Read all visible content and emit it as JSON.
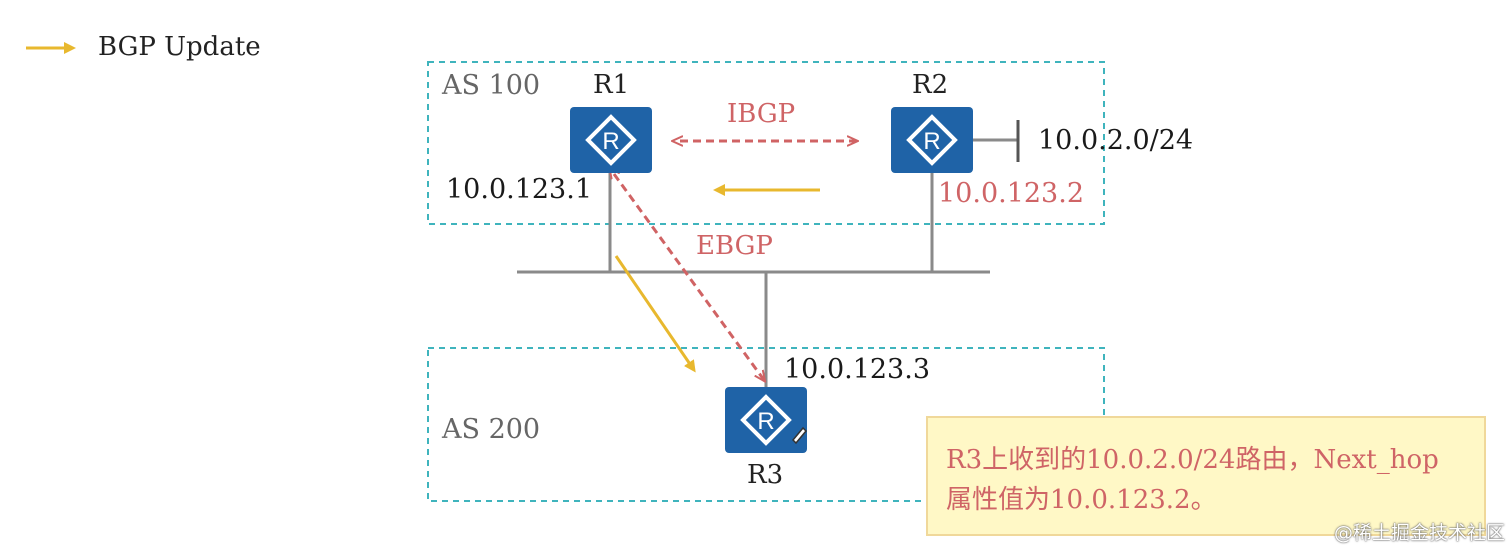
{
  "legend": {
    "label": "BGP Update",
    "color": "#e8b82e"
  },
  "autonomous_systems": {
    "as100": "AS 100",
    "as200": "AS 200"
  },
  "routers": {
    "r1": {
      "name": "R1",
      "ip": "10.0.123.1",
      "glyph": "R"
    },
    "r2": {
      "name": "R2",
      "ip": "10.0.123.2",
      "glyph": "R"
    },
    "r3": {
      "name": "R3",
      "ip": "10.0.123.3",
      "glyph": "R"
    }
  },
  "network": {
    "prefix": "10.0.2.0/24"
  },
  "peerings": {
    "ibgp": "IBGP",
    "ebgp": "EBGP"
  },
  "callout": {
    "line1": "R3上收到的10.0.2.0/24路由，Next_hop",
    "line2": "属性值为10.0.123.2。"
  },
  "watermark": "@稀土掘金技术社区",
  "colors": {
    "router_fill": "#1f63a7",
    "as_border": "#3fb4bd",
    "session_line": "#d06364",
    "update_arrow": "#e8b82e",
    "link": "#8a8a8a",
    "callout_bg": "#fff8c6",
    "callout_text": "#cf6466"
  },
  "icons": {
    "router": "router-icon",
    "legend_arrow": "arrow-right-icon"
  }
}
